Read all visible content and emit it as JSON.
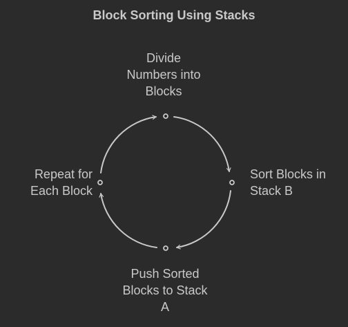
{
  "diagram": {
    "title": "Block Sorting Using Stacks",
    "colors": {
      "background": "#2b2b2b",
      "line": "#c9c9c9",
      "text": "#c9c9c9"
    },
    "steps": [
      {
        "line1": "Divide",
        "line2": "Numbers into",
        "line3": "Blocks"
      },
      {
        "line1": "Sort Blocks in",
        "line2": "Stack B"
      },
      {
        "line1": "Push Sorted",
        "line2": "Blocks to Stack",
        "line3": "A"
      },
      {
        "line1": "Repeat for",
        "line2": "Each Block"
      }
    ]
  }
}
